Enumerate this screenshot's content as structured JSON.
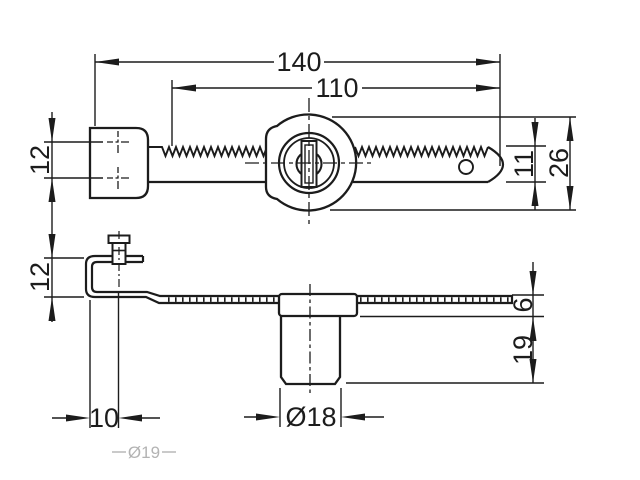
{
  "drawing": {
    "line_color": "#1c1c1c",
    "background_color": "#ffffff",
    "faded_color": "#b3b3b3",
    "dims": {
      "overall_length": "140",
      "rack_length": "110",
      "hole_spacing": "12",
      "rack_height": "11",
      "housing_height": "26",
      "bracket_height": "12",
      "rack_thickness": "6",
      "cylinder_depth": "19",
      "bracket_offset": "10",
      "cylinder_diameter": "Ø18",
      "faded_dimension": "Ø19"
    }
  }
}
